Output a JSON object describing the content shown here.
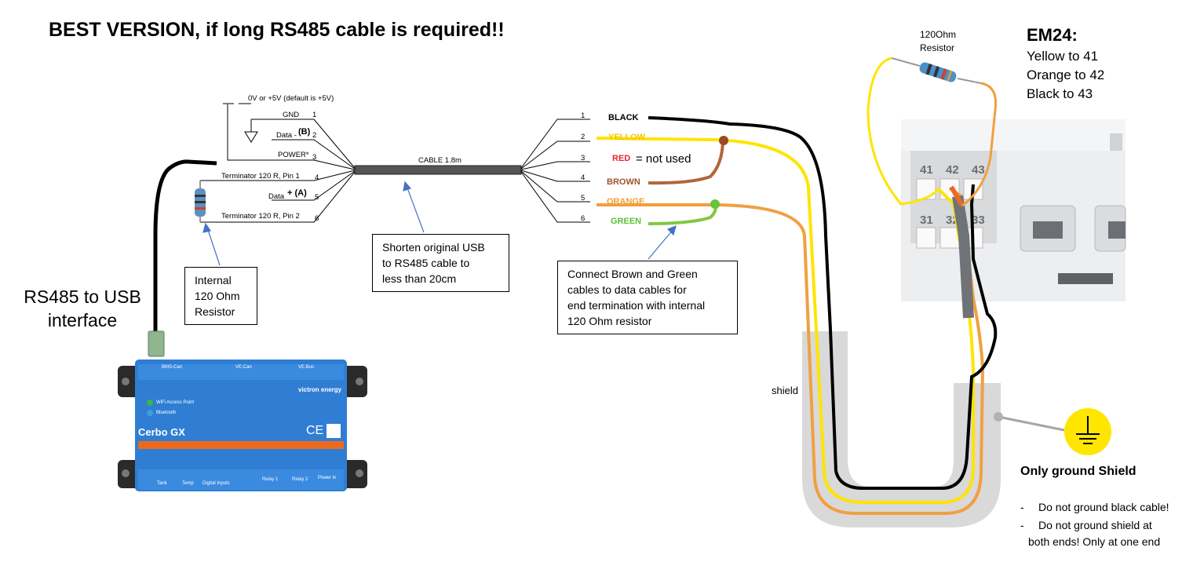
{
  "title": "BEST VERSION, if long RS485 cable is required!!",
  "em24": {
    "title": "EM24:",
    "lines": [
      "Yellow to 41",
      "Orange to 42",
      "Black to 43"
    ],
    "terminals_top": [
      "41",
      "42",
      "43"
    ],
    "terminals_bottom": [
      "31",
      "32",
      "33"
    ]
  },
  "resistor_label": [
    "120Ohm",
    "Resistor"
  ],
  "interface_label": [
    "RS485 to USB",
    "interface"
  ],
  "connector_pins": {
    "header": "0V or +5V (default is +5V)",
    "pins": [
      {
        "name": "GND",
        "num": "1"
      },
      {
        "name": "Data -",
        "suffix": "(B)",
        "num": "2"
      },
      {
        "name": "POWER*",
        "num": "3"
      },
      {
        "name": "Terminator 120 R, Pin 1",
        "num": "4"
      },
      {
        "name": "Data",
        "suffix": "+ (A)",
        "num": "5"
      },
      {
        "name": "Terminator 120 R, Pin 2",
        "num": "6"
      }
    ],
    "cable_label": "CABLE 1.8m"
  },
  "wires": [
    {
      "num": "1",
      "label": "BLACK",
      "color": "#000000"
    },
    {
      "num": "2",
      "label": "YELLOW",
      "color": "#f5c400"
    },
    {
      "num": "3",
      "label": "RED",
      "color": "#e8242c",
      "note": "= not used"
    },
    {
      "num": "4",
      "label": "BROWN",
      "color": "#a0522d"
    },
    {
      "num": "5",
      "label": "ORANGE",
      "color": "#f0a030"
    },
    {
      "num": "6",
      "label": "GREEN",
      "color": "#5cc23a"
    }
  ],
  "callouts": {
    "resistor": [
      "Internal",
      "120 Ohm",
      "Resistor"
    ],
    "shorten": [
      "Shorten original USB",
      "to RS485 cable  to",
      "less than 20cm"
    ],
    "connect": [
      "Connect Brown and Green",
      "cables to data cables for",
      "end termination with internal",
      "120 Ohm resistor"
    ]
  },
  "shield_label": "shield",
  "ground": {
    "title": "Only ground Shield",
    "notes": [
      "Do not ground black cable!",
      "Do not ground shield at",
      "both ends! Only at one end"
    ],
    "bullet": "-"
  },
  "cerbo": {
    "name": "Cerbo GX",
    "brand": "victron energy",
    "ce": "CE",
    "labels": [
      "BMS-Can",
      "VE.Can",
      "VE.Bus",
      "WiFi Access Point",
      "Bluetooth",
      "Tank",
      "Temp",
      "Digital Inputs",
      "Relay 1",
      "Relay 2",
      "Power in"
    ]
  },
  "colors": {
    "black_wire": "#000000",
    "yellow_wire": "#ffe400",
    "orange_wire": "#f0a040",
    "brown_wire": "#b0663a",
    "green_wire": "#80c840",
    "shield": "#d6d6d6",
    "cerbo_blue": "#2f7ed4",
    "ground_symbol": "#ffe600",
    "arrow_blue": "#4472c4"
  }
}
